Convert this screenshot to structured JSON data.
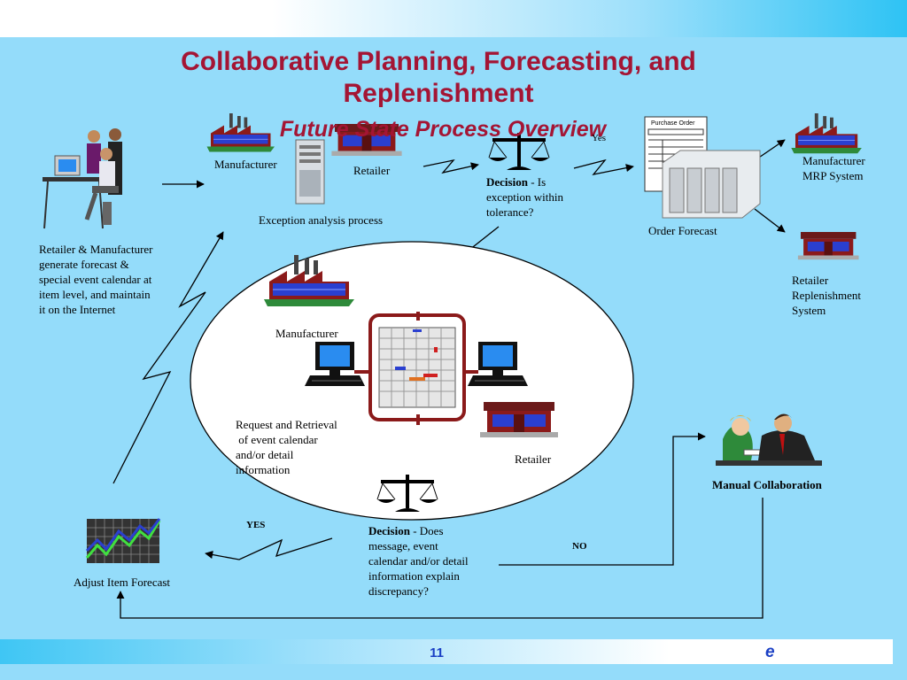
{
  "slide": {
    "title_line1": "Collaborative Planning, Forecasting, and",
    "title_line2": "Replenishment",
    "subtitle": "Future State Process Overview",
    "page_number": "11",
    "logo_letter": "e"
  },
  "labels": {
    "manufacturer_top": "Manufacturer",
    "retailer_top": "Retailer",
    "yes_top": "Yes",
    "exception_analysis": "Exception analysis process",
    "decision1_bold": "Decision",
    "decision1_rest_1": " - Is",
    "decision1_rest_2": "exception within",
    "decision1_rest_3": "tolerance?",
    "purchase_order": "Purchase Order",
    "order_forecast": "Order Forecast",
    "mrp_line1": "Manufacturer",
    "mrp_line2": "MRP System",
    "rrs_line1": "Retailer",
    "rrs_line2": "Replenishment",
    "rrs_line3": "System",
    "rm_line1": "Retailer & Manufacturer",
    "rm_line2": "generate forecast &",
    "rm_line3": "special event calendar at",
    "rm_line4": "item level, and  maintain",
    "rm_line5": "it on the Internet",
    "manufacturer_ellipse": "Manufacturer",
    "request_line1": "Request and Retrieval",
    "request_line2": " of event calendar",
    "request_line3": "and/or detail",
    "request_line4": "information",
    "retailer_ellipse": "Retailer",
    "manual_collab": "Manual Collaboration",
    "yes_bottom": "YES",
    "no_bottom": "NO",
    "decision2_bold": "Decision",
    "decision2_rest_1": " - Does",
    "decision2_rest_2": "message, event",
    "decision2_rest_3": "calendar and/or detail",
    "decision2_rest_4": "information explain",
    "decision2_rest_5": "discrepancy?",
    "adjust_forecast": "Adjust Item Forecast"
  },
  "icons": [
    "workstation-people-icon",
    "factory-icon",
    "store-icon",
    "server-tower-icon",
    "scale-icon",
    "purchase-order-icon",
    "server-rack-icon",
    "calendar-grid-icon",
    "computer-icon",
    "meeting-people-icon",
    "trend-chart-icon"
  ],
  "colors": {
    "background": "#94dcfa",
    "title": "#a41534",
    "accent_blue": "#1a3fc4",
    "factory_red": "#8b1a1a"
  }
}
